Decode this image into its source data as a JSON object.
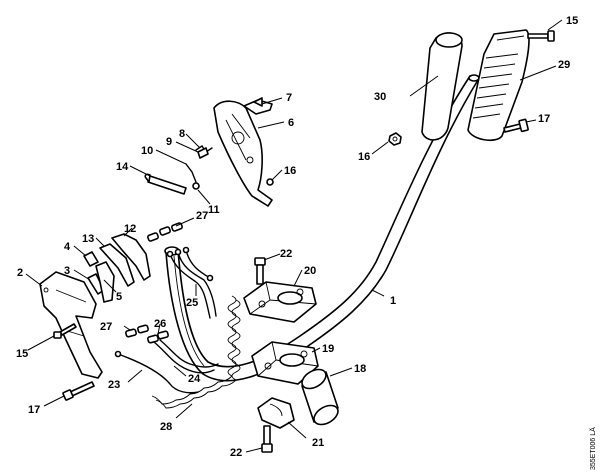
{
  "callouts": [
    {
      "id": "c1",
      "label": "1"
    },
    {
      "id": "c2",
      "label": "2"
    },
    {
      "id": "c3",
      "label": "3"
    },
    {
      "id": "c4",
      "label": "4"
    },
    {
      "id": "c5",
      "label": "5"
    },
    {
      "id": "c6",
      "label": "6"
    },
    {
      "id": "c7",
      "label": "7"
    },
    {
      "id": "c8",
      "label": "8"
    },
    {
      "id": "c9",
      "label": "9"
    },
    {
      "id": "c10",
      "label": "10"
    },
    {
      "id": "c11",
      "label": "11"
    },
    {
      "id": "c12",
      "label": "12"
    },
    {
      "id": "c13",
      "label": "13"
    },
    {
      "id": "c14",
      "label": "14"
    },
    {
      "id": "c15a",
      "label": "15"
    },
    {
      "id": "c15b",
      "label": "15"
    },
    {
      "id": "c16a",
      "label": "16"
    },
    {
      "id": "c16b",
      "label": "16"
    },
    {
      "id": "c17a",
      "label": "17"
    },
    {
      "id": "c17b",
      "label": "17"
    },
    {
      "id": "c18",
      "label": "18"
    },
    {
      "id": "c19",
      "label": "19"
    },
    {
      "id": "c20",
      "label": "20"
    },
    {
      "id": "c21",
      "label": "21"
    },
    {
      "id": "c22a",
      "label": "22"
    },
    {
      "id": "c22b",
      "label": "22"
    },
    {
      "id": "c23",
      "label": "23"
    },
    {
      "id": "c24",
      "label": "24"
    },
    {
      "id": "c25",
      "label": "25"
    },
    {
      "id": "c26",
      "label": "26"
    },
    {
      "id": "c27a",
      "label": "27"
    },
    {
      "id": "c27b",
      "label": "27"
    },
    {
      "id": "c28",
      "label": "28"
    },
    {
      "id": "c29",
      "label": "29"
    },
    {
      "id": "c30",
      "label": "30"
    }
  ],
  "drawing_code": "355ET006 LÄ"
}
